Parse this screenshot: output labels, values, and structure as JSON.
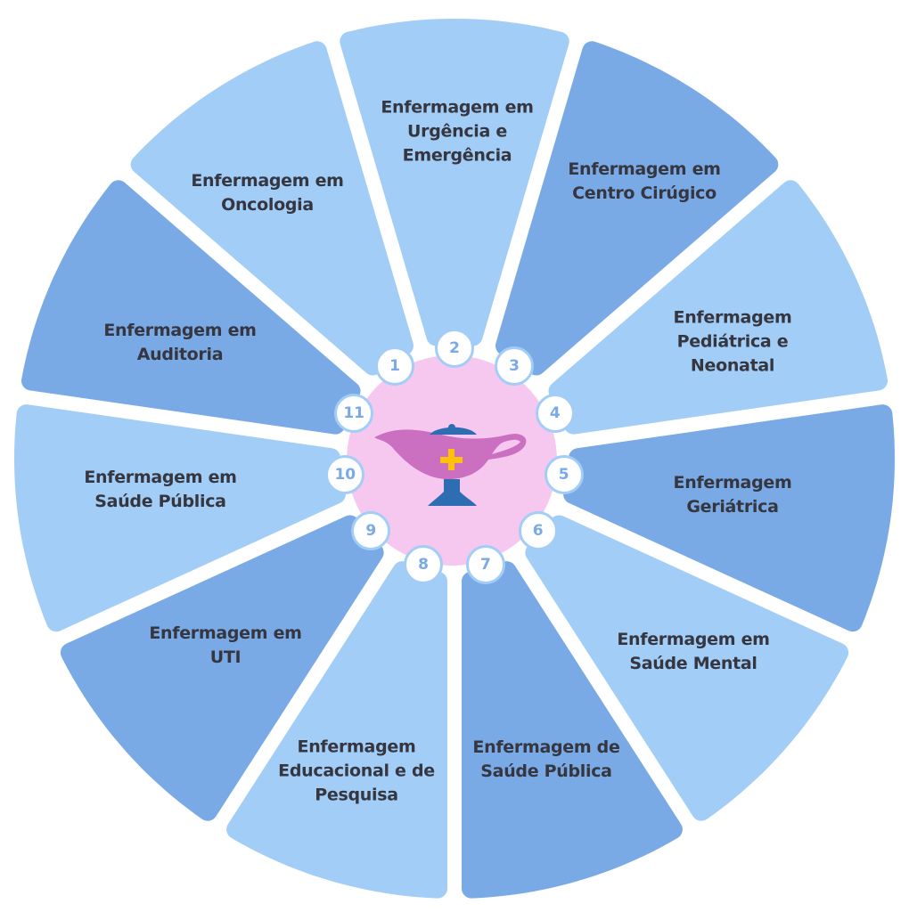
{
  "colors": {
    "segment_light": "#a2cdf6",
    "segment_dark": "#7aaae6",
    "center_fill": "#f6c8ef",
    "text": "#353640",
    "badge_number": "#7aaae6",
    "lamp_body": "#cb6fc1",
    "lamp_blue": "#2f6db3",
    "cross": "#ffc107"
  },
  "center_icon": "oil-lamp-with-cross-icon",
  "segments": [
    {
      "number": "1",
      "label": "Enfermagem em\nOncologia",
      "tone": "light"
    },
    {
      "number": "2",
      "label": "Enfermagem em\nUrgência e\nEmergência",
      "tone": "light"
    },
    {
      "number": "3",
      "label": "Enfermagem em\nCentro Cirúgico",
      "tone": "dark"
    },
    {
      "number": "4",
      "label": "Enfermagem\nPediátrica e\nNeonatal",
      "tone": "light"
    },
    {
      "number": "5",
      "label": "Enfermagem\nGeriátrica",
      "tone": "dark"
    },
    {
      "number": "6",
      "label": "Enfermagem em\nSaúde Mental",
      "tone": "light"
    },
    {
      "number": "7",
      "label": "Enfermagem de\nSaúde Pública",
      "tone": "dark"
    },
    {
      "number": "8",
      "label": "Enfermagem\nEducacional e de\nPesquisa",
      "tone": "light"
    },
    {
      "number": "9",
      "label": "Enfermagem em\nUTI",
      "tone": "dark"
    },
    {
      "number": "10",
      "label": "Enfermagem em\nSaúde Pública",
      "tone": "light"
    },
    {
      "number": "11",
      "label": "Enfermagem em\nAuditoria",
      "tone": "dark"
    }
  ]
}
